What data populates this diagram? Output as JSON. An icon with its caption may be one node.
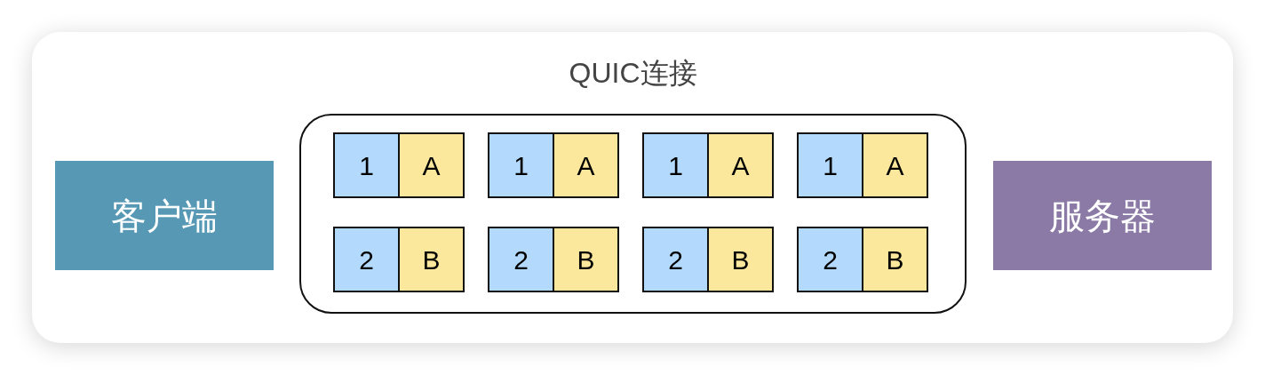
{
  "diagram": {
    "nodes": [
      {
        "text": [
          "客户端"
        ]
      },
      {
        "text": [
          "QUIC连接"
        ]
      },
      {
        "text": [
          "1"
        ],
        "in": 1
      },
      {
        "text": [
          "A"
        ],
        "in": 1
      },
      {
        "text": [
          "1"
        ],
        "in": 1
      },
      {
        "text": [
          "A"
        ],
        "in": 1
      },
      {
        "text": [
          "1"
        ],
        "in": 1
      },
      {
        "text": [
          "A"
        ],
        "in": 1
      },
      {
        "text": [
          "1"
        ],
        "in": 1
      },
      {
        "text": [
          "A"
        ],
        "in": 1
      },
      {
        "text": [
          "2"
        ],
        "in": 1
      },
      {
        "text": [
          "B"
        ],
        "in": 1
      },
      {
        "text": [
          "2"
        ],
        "in": 1
      },
      {
        "text": [
          "B"
        ],
        "in": 1
      },
      {
        "text": [
          "2"
        ],
        "in": 1
      },
      {
        "text": [
          "B"
        ],
        "in": 1
      },
      {
        "text": [
          "2"
        ],
        "in": 1
      },
      {
        "text": [
          "B"
        ],
        "in": 1
      },
      {
        "text": [
          "服务器"
        ]
      }
    ]
  }
}
